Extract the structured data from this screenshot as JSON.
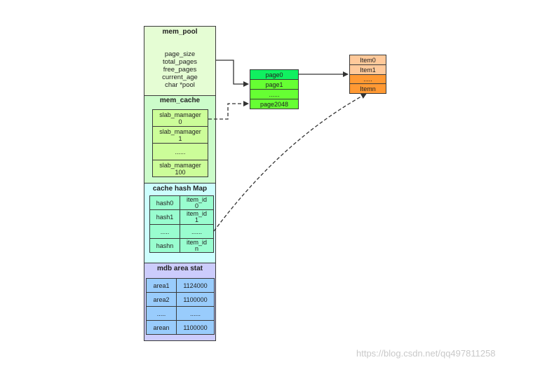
{
  "mem_pool": {
    "title": "mem_pool",
    "fields": [
      "page_size",
      "total_pages",
      "free_pages",
      "current_age",
      "char *pool"
    ]
  },
  "mem_cache": {
    "title": "mem_cache",
    "items": [
      "slab_mamager\n0",
      "slab_mamager\n1",
      "......",
      "slab_mamager\n100"
    ]
  },
  "cache_hash_map": {
    "title": "cache  hash  Map",
    "rows": [
      [
        "hash0",
        "item_id\n0"
      ],
      [
        "hash1",
        "item_id\n1"
      ],
      [
        ".....",
        "......"
      ],
      [
        "hashn",
        "item_id\nn"
      ]
    ]
  },
  "mdb_area_stat": {
    "title": "mdb  area  stat",
    "rows": [
      [
        "area1",
        "1124000"
      ],
      [
        "area2",
        "1100000"
      ],
      [
        ".....",
        "......"
      ],
      [
        "arean",
        "1100000"
      ]
    ]
  },
  "pages": [
    "page0",
    "page1",
    "......",
    "page2048"
  ],
  "items": [
    "Item0",
    "Item1",
    ".....",
    "Itemn"
  ],
  "watermark": "https://blog.csdn.net/qq497811258",
  "colors": {
    "mem_pool_bg": "#e5fdd4",
    "mem_cache_bg": "#ccfcca",
    "slab_bg": "#ccfd99",
    "hash_map_bg": "#ccfefd",
    "hash_cell_bg": "#99fdcf",
    "area_stat_bg": "#ccccfc",
    "area_cell_bg": "#99ccfc",
    "page0_bg": "#10f060",
    "page_bg": "#66ff33",
    "item_light_bg": "#ffc99a",
    "item_dark_bg": "#ff9933"
  }
}
